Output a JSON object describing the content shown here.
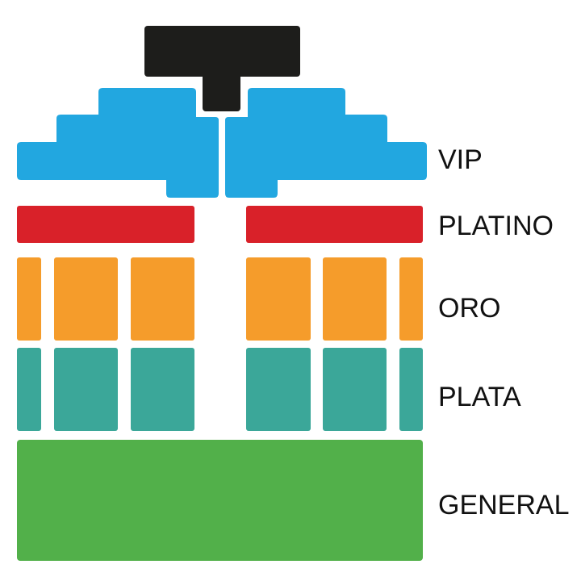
{
  "sections": {
    "vip": {
      "label": "VIP",
      "color": "#22a7e0"
    },
    "platino": {
      "label": "PLATINO",
      "color": "#d92129"
    },
    "oro": {
      "label": "ORO",
      "color": "#f59c2b"
    },
    "plata": {
      "label": "PLATA",
      "color": "#3ba799"
    },
    "general": {
      "label": "GENERAL",
      "color": "#52b04a"
    }
  },
  "stage": {
    "color": "#1d1d1b"
  }
}
